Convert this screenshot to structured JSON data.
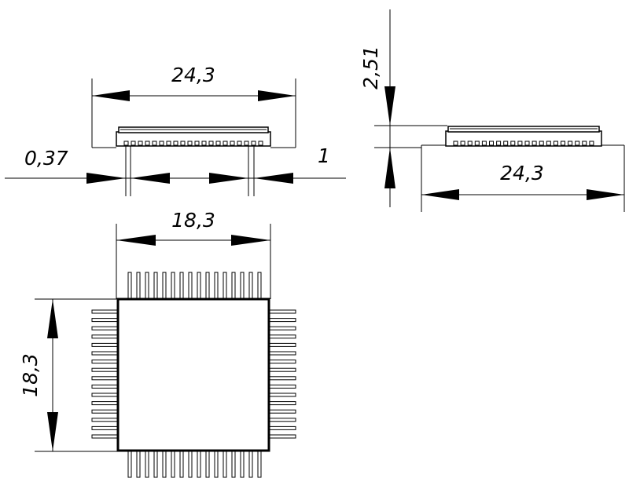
{
  "dimensions": {
    "front_width": "24,3",
    "left_offset": "0,37",
    "right_offset": "1",
    "side_height": "2,51",
    "side_width": "24,3",
    "top_width": "18,3",
    "top_height": "18,3"
  },
  "pins_per_side": 16
}
